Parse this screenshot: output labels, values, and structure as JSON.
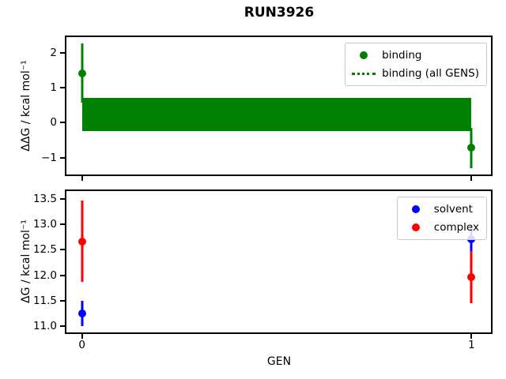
{
  "figure": {
    "title": "RUN3926",
    "background": "#ffffff"
  },
  "chart_data": [
    {
      "type": "scatter",
      "title": "RUN3926",
      "xlabel": "",
      "ylabel": "ΔΔG / kcal mol⁻¹",
      "xlim": [
        -0.04,
        1.05
      ],
      "ylim": [
        -1.48,
        2.44
      ],
      "grid": false,
      "yticks": [
        {
          "value": -1,
          "label": "−1"
        },
        {
          "value": 0,
          "label": "0"
        },
        {
          "value": 1,
          "label": "1"
        },
        {
          "value": 2,
          "label": "2"
        }
      ],
      "xticks": [
        {
          "value": 0,
          "label": ""
        },
        {
          "value": 1,
          "label": ""
        }
      ],
      "band": {
        "label": "binding (all GENS)",
        "x_from": 0,
        "x_to": 1,
        "y_from": -0.23,
        "y_to": 0.7,
        "color": "#008000"
      },
      "series": [
        {
          "name": "binding",
          "color": "#008000",
          "marker": "circle",
          "points": [
            {
              "x": 0,
              "y": 1.41,
              "err_lo": 0.56,
              "err_hi": 2.26
            },
            {
              "x": 1,
              "y": -0.72,
              "err_lo": -1.3,
              "err_hi": -0.14
            }
          ]
        }
      ],
      "legend": {
        "position": "upper right",
        "entries": [
          {
            "label": "binding",
            "marker": "dot",
            "color": "#008000"
          },
          {
            "label": "binding (all GENS)",
            "marker": "dotted-line",
            "color": "#008000"
          }
        ]
      }
    },
    {
      "type": "scatter",
      "title": "",
      "xlabel": "GEN",
      "ylabel": "ΔG / kcal mol⁻¹",
      "xlim": [
        -0.04,
        1.05
      ],
      "ylim": [
        10.88,
        13.65
      ],
      "grid": false,
      "yticks": [
        {
          "value": 11.0,
          "label": "11.0"
        },
        {
          "value": 11.5,
          "label": "11.5"
        },
        {
          "value": 12.0,
          "label": "12.0"
        },
        {
          "value": 12.5,
          "label": "12.5"
        },
        {
          "value": 13.0,
          "label": "13.0"
        },
        {
          "value": 13.5,
          "label": "13.5"
        }
      ],
      "xticks": [
        {
          "value": 0,
          "label": "0"
        },
        {
          "value": 1,
          "label": "1"
        }
      ],
      "series": [
        {
          "name": "solvent",
          "color": "#0000ff",
          "marker": "circle",
          "points": [
            {
              "x": 0,
              "y": 11.25,
              "err_lo": 11.0,
              "err_hi": 11.5
            },
            {
              "x": 1,
              "y": 12.7,
              "err_lo": 12.43,
              "err_hi": 12.97
            }
          ]
        },
        {
          "name": "complex",
          "color": "#ff0000",
          "marker": "circle",
          "points": [
            {
              "x": 0,
              "y": 12.66,
              "err_lo": 11.87,
              "err_hi": 13.47
            },
            {
              "x": 1,
              "y": 11.96,
              "err_lo": 11.45,
              "err_hi": 12.48
            }
          ]
        }
      ],
      "legend": {
        "position": "upper right",
        "entries": [
          {
            "label": "solvent",
            "marker": "dot",
            "color": "#0000ff"
          },
          {
            "label": "complex",
            "marker": "dot",
            "color": "#ff0000"
          }
        ]
      }
    }
  ]
}
